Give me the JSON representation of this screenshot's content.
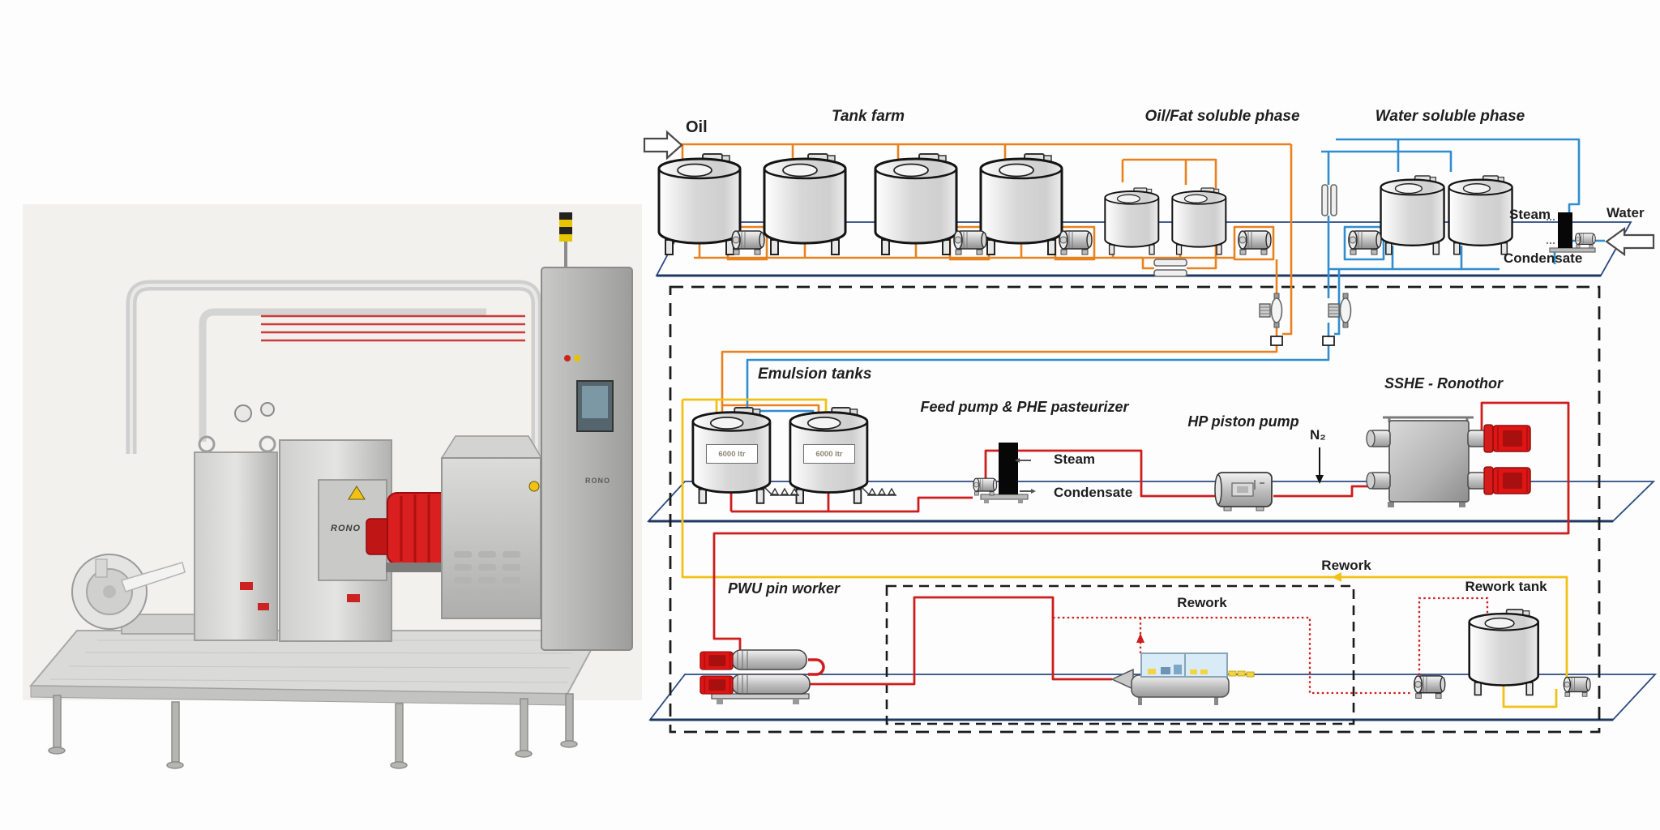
{
  "diagram": {
    "labels": {
      "oil": "Oil",
      "tank_farm": "Tank farm",
      "oil_fat_phase": "Oil/Fat soluble phase",
      "water_phase": "Water soluble phase",
      "steam_top": "Steam",
      "water_top": "Water",
      "condensate_top": "Condensate",
      "emulsion_tanks": "Emulsion tanks",
      "feed_pump_phe": "Feed pump & PHE pasteurizer",
      "steam_phe": "Steam",
      "condensate_phe": "Condensate",
      "hp_piston_pump": "HP piston pump",
      "n2": "N₂",
      "sshe": "SSHE - Ronothor",
      "pwu": "PWU pin worker",
      "rework_return": "Rework",
      "rework_inner": "Rework",
      "rework_tank": "Rework tank"
    },
    "tanks": {
      "emulsion_capacity_1": "6000 ltr",
      "emulsion_capacity_2": "6000 ltr"
    },
    "colors": {
      "oil_line": "#e8821e",
      "water_line": "#2f8dd0",
      "product_line": "#cf1d1d",
      "rework_line": "#f2c117",
      "floor_line": "#24427c",
      "boundary_dash": "#1b1b1b"
    }
  },
  "photo": {
    "brand": "RONO"
  }
}
